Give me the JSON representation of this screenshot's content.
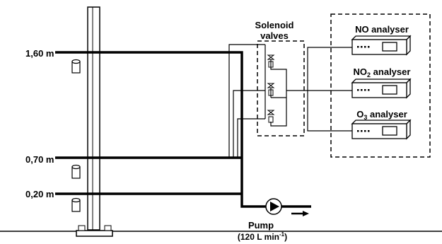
{
  "heights": [
    {
      "label": "1,60 m"
    },
    {
      "label": "0,70 m"
    },
    {
      "label": "0,20 m"
    }
  ],
  "valves": {
    "title_line1": "Solenoid",
    "title_line2": "valves"
  },
  "analysers": [
    {
      "prefix": "NO",
      "sub": "",
      "suffix": " analyser"
    },
    {
      "prefix": "NO",
      "sub": "2",
      "suffix": " analyser"
    },
    {
      "prefix": "O",
      "sub": "3",
      "suffix": " analyser"
    }
  ],
  "pump": {
    "label": "Pump",
    "flow_prefix": "(120 L min",
    "flow_sup": "-1",
    "flow_suffix": ")"
  }
}
